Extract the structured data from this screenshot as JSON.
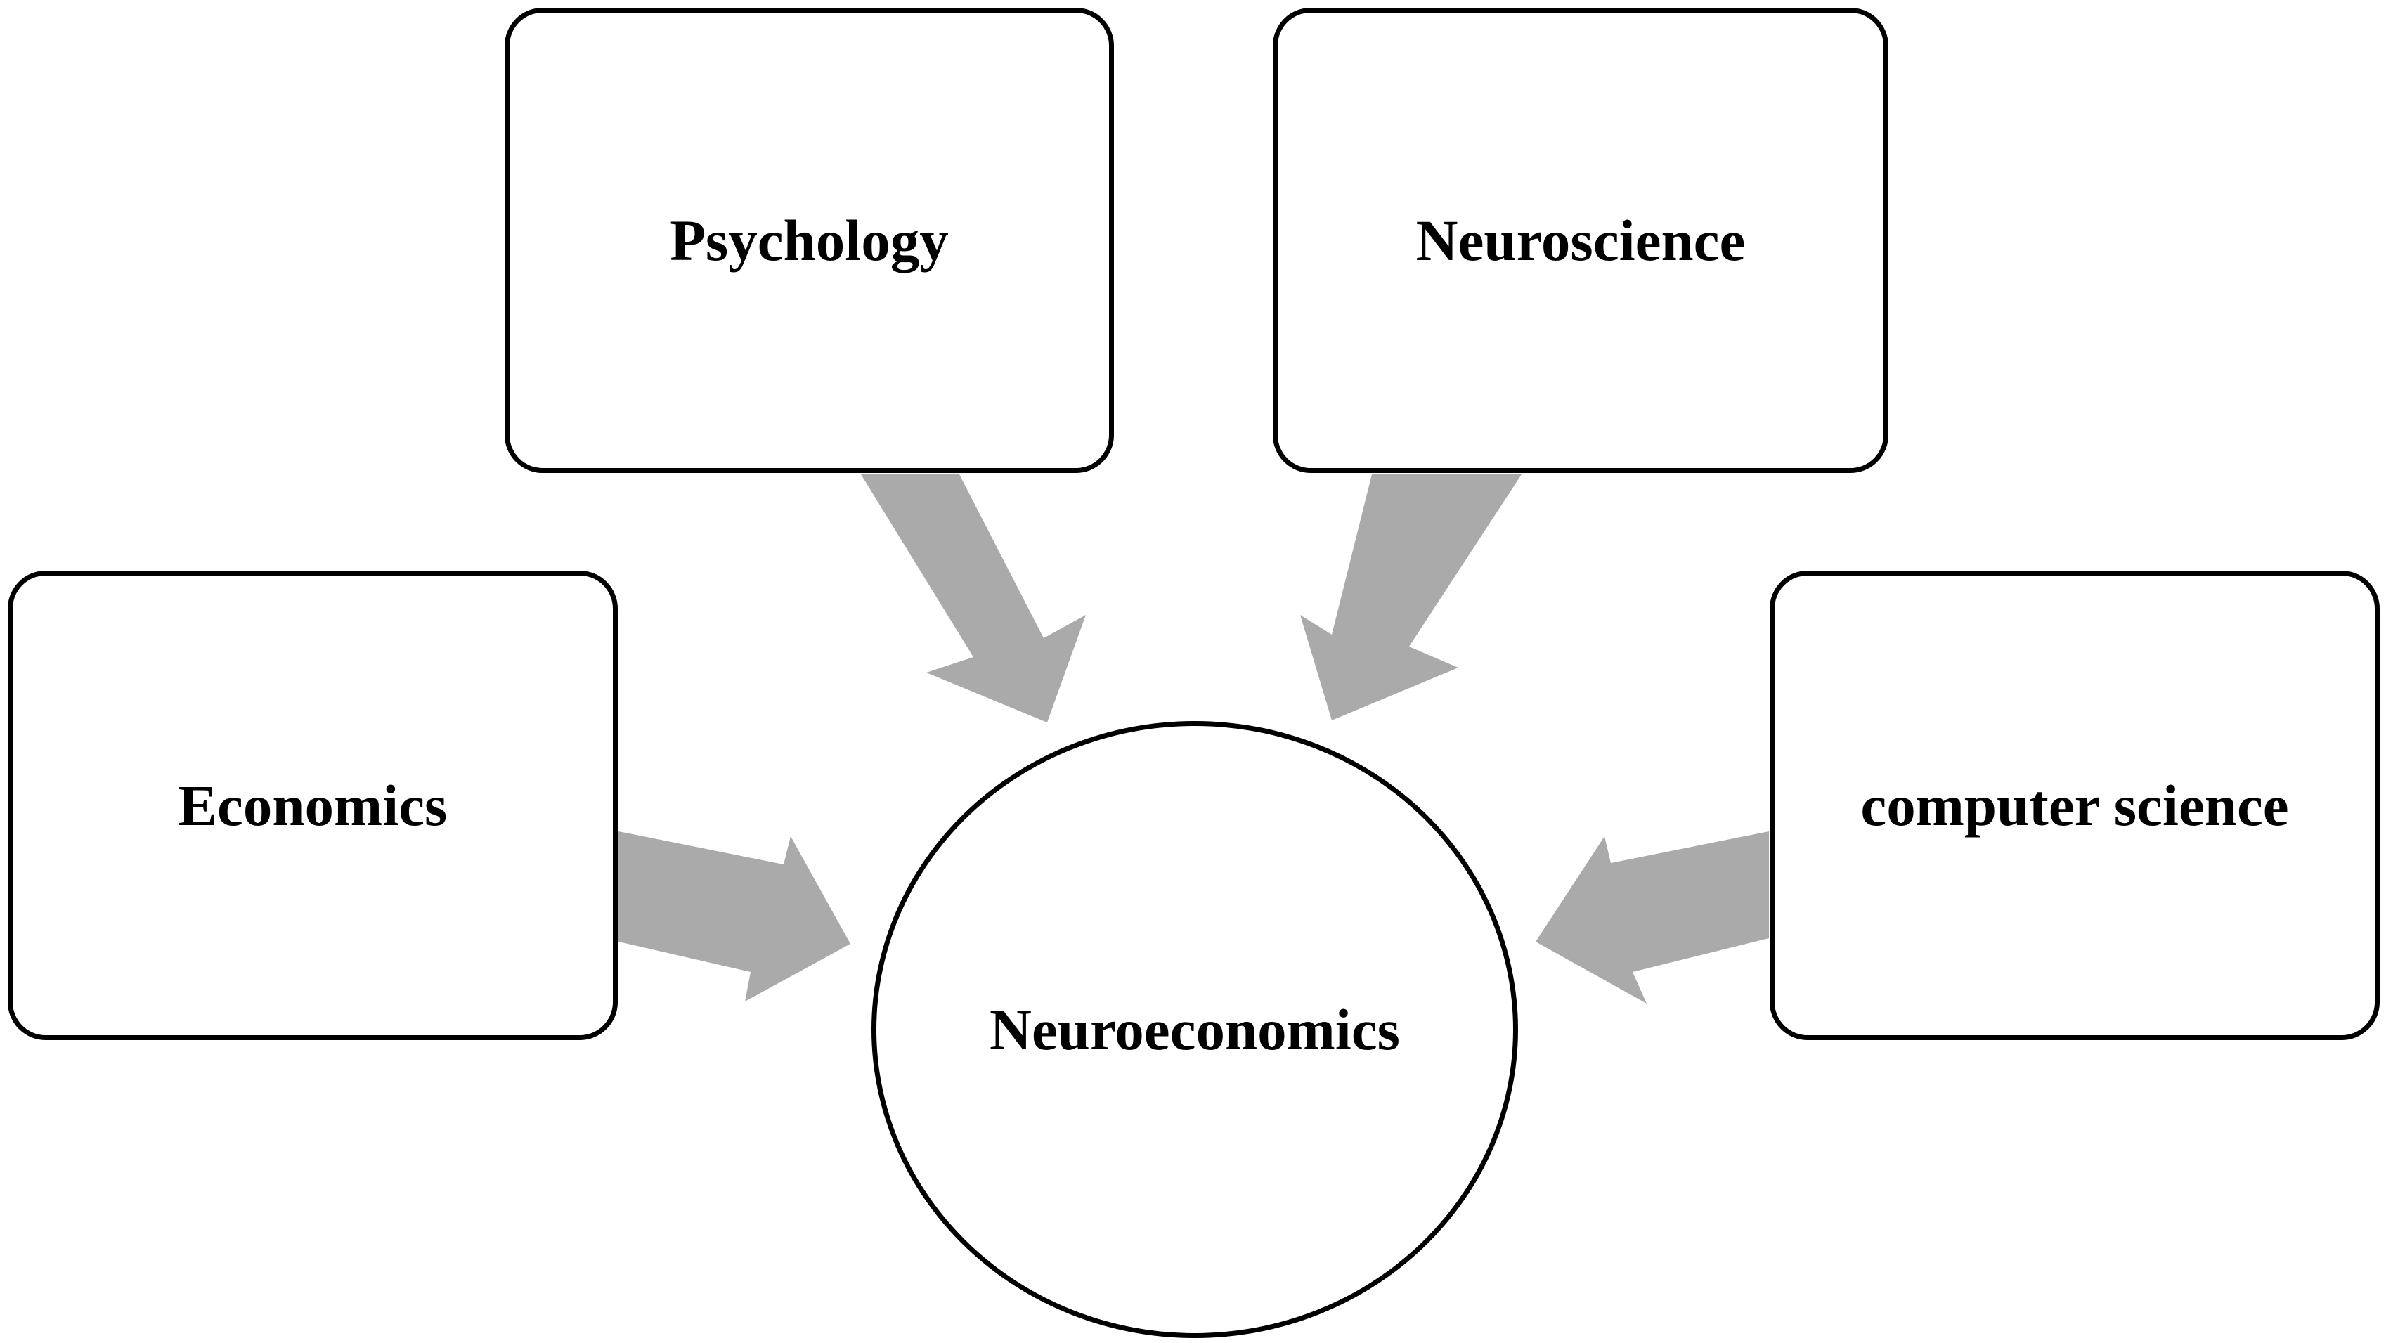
{
  "diagram": {
    "arrow_color": "#aaaaaa",
    "border_color": "#000000",
    "background_color": "#ffffff",
    "sources": [
      {
        "id": "psychology",
        "label": "Psychology"
      },
      {
        "id": "neuroscience",
        "label": "Neuroscience"
      },
      {
        "id": "economics",
        "label": "Economics"
      },
      {
        "id": "computer_science",
        "label": "computer science"
      }
    ],
    "target": {
      "id": "neuroeconomics",
      "label": "Neuroeconomics"
    }
  }
}
